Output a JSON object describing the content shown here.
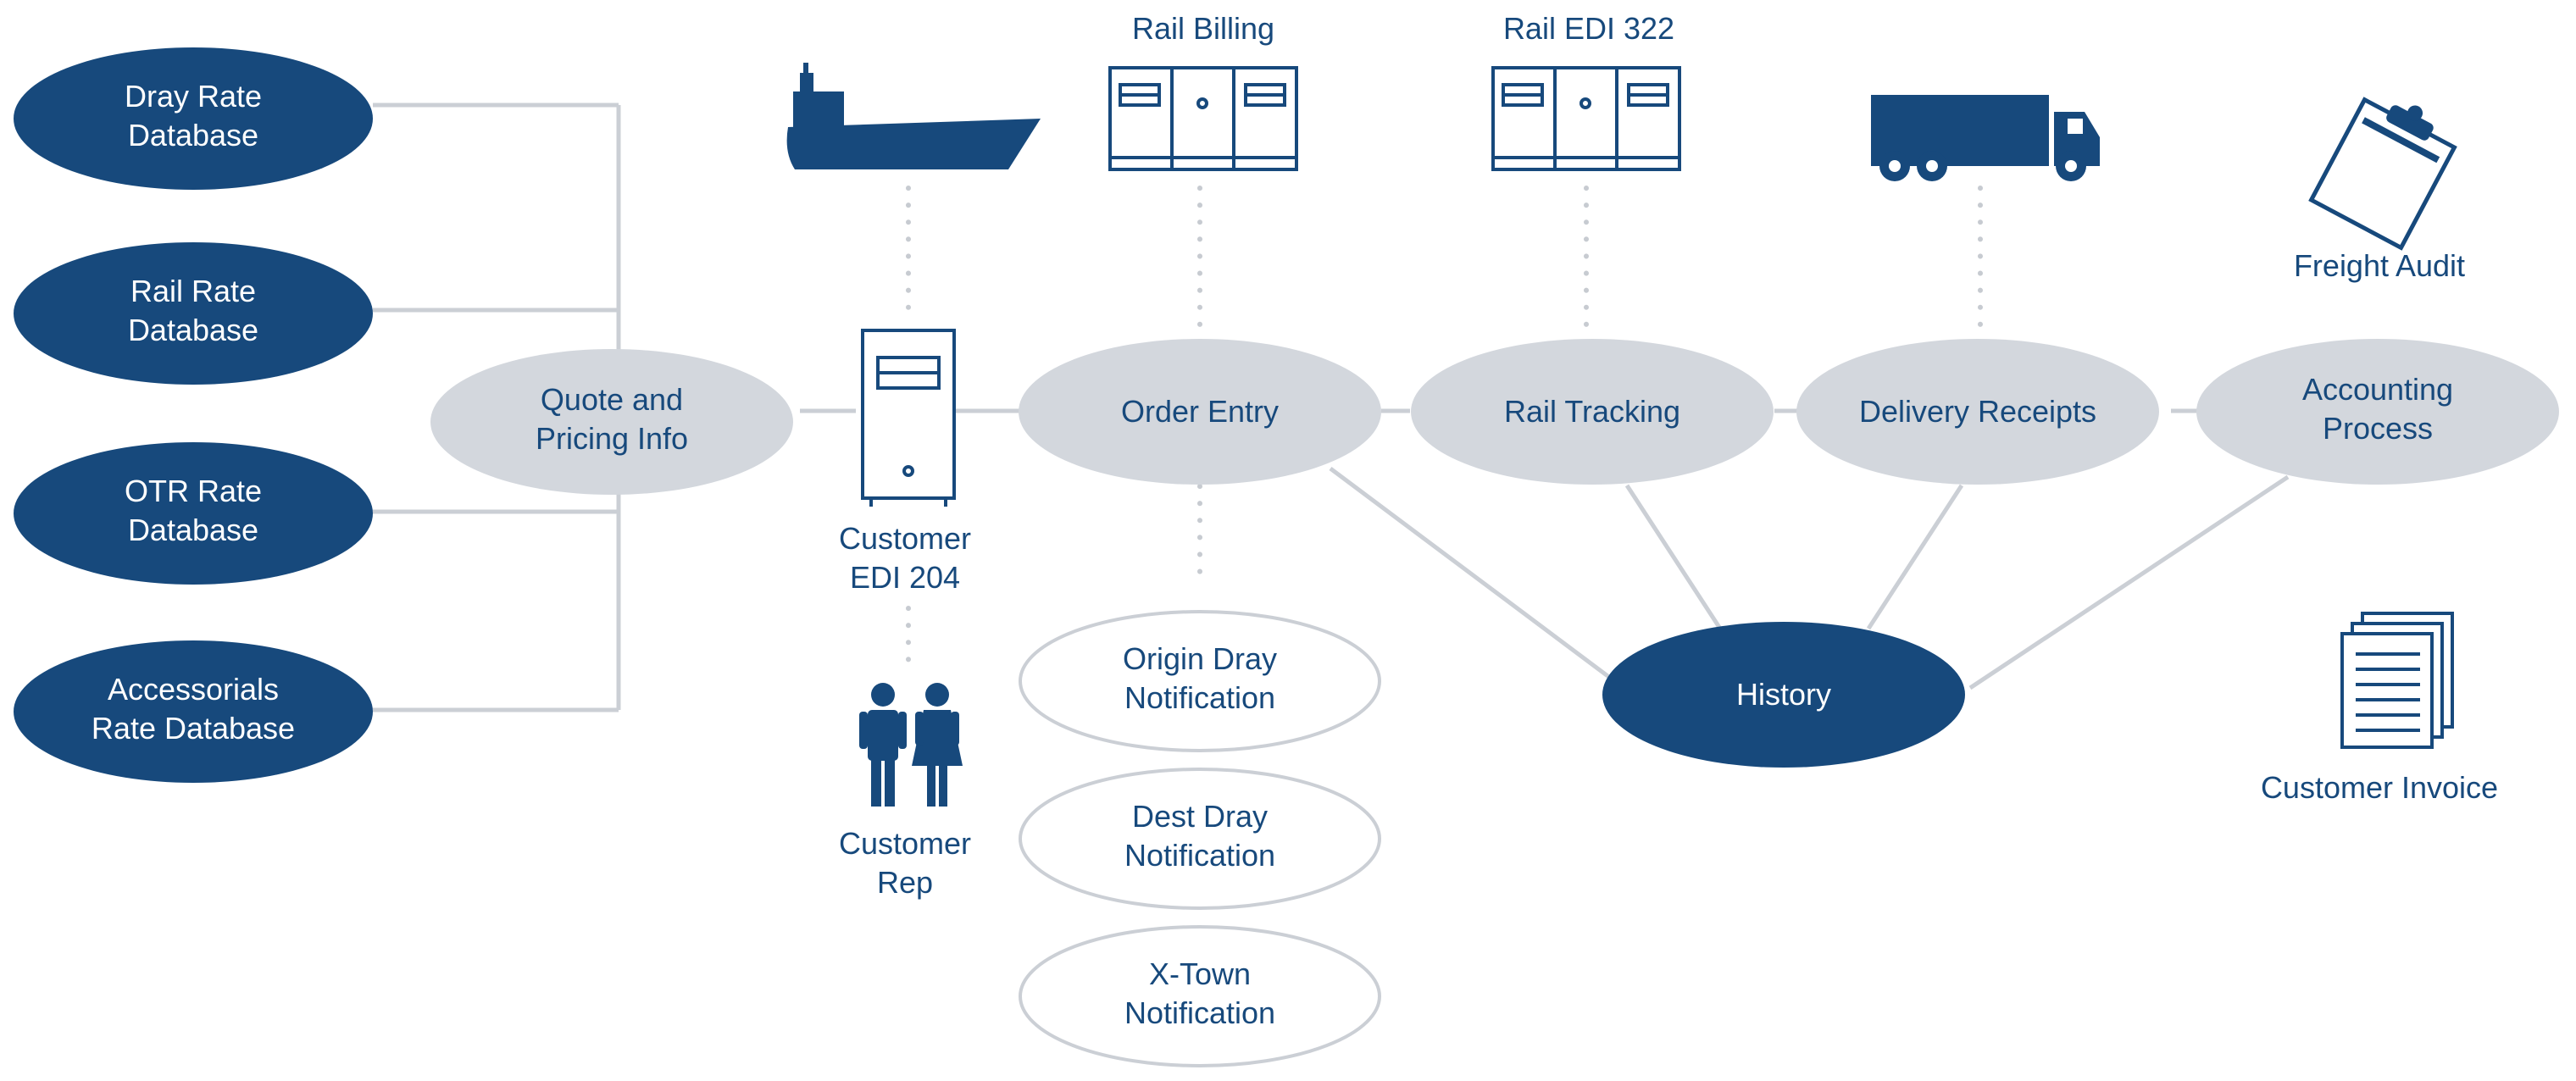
{
  "colors": {
    "dark_blue": "#17497c",
    "light_gray": "#d3d7dd",
    "line_gray": "#cbcfd5",
    "dot_gray": "#c7cbd1",
    "white": "#ffffff"
  },
  "databases": {
    "dray": [
      "Dray Rate",
      "Database"
    ],
    "rail": [
      "Rail Rate",
      "Database"
    ],
    "otr": [
      "OTR Rate",
      "Database"
    ],
    "accessorials": [
      "Accessorials",
      "Rate Database"
    ]
  },
  "process": {
    "quote": [
      "Quote and",
      "Pricing Info"
    ],
    "order_entry": [
      "Order Entry"
    ],
    "rail_tracking": [
      "Rail Tracking"
    ],
    "delivery_receipts": [
      "Delivery Receipts"
    ],
    "accounting": [
      "Accounting",
      "Process"
    ],
    "history": [
      "History"
    ]
  },
  "notifications": {
    "origin": [
      "Origin Dray",
      "Notification"
    ],
    "dest": [
      "Dest Dray",
      "Notification"
    ],
    "xtown": [
      "X-Town",
      "Notification"
    ]
  },
  "labels": {
    "rail_billing": "Rail Billing",
    "rail_edi_322": "Rail EDI 322",
    "customer_edi_204": [
      "Customer",
      "EDI 204"
    ],
    "customer_rep": [
      "Customer",
      "Rep"
    ],
    "freight_audit": "Freight Audit",
    "customer_invoice": "Customer Invoice"
  },
  "icons": {
    "ship": "ship-icon",
    "rail_billing": "server-rack-icon",
    "rail_edi": "server-rack-icon",
    "truck": "truck-icon",
    "clipboard": "clipboard-icon",
    "computer": "computer-tower-icon",
    "people": "people-icon",
    "documents": "documents-icon"
  }
}
